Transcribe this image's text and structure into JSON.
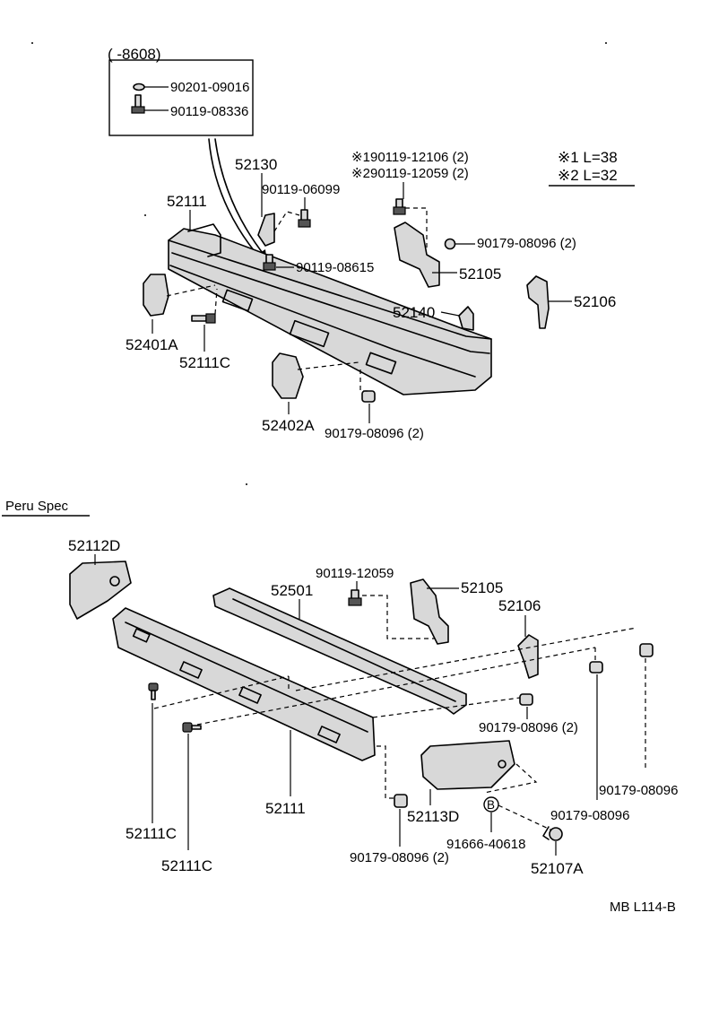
{
  "inset": {
    "range": "(        -8608)",
    "items": [
      "90201-09016",
      "90119-08336"
    ]
  },
  "notes": {
    "line1_mark": "※1",
    "line1_parts": "90119-12106 (2)",
    "line2_mark": "※2",
    "line2_parts": "90119-12059 (2)",
    "legend1": "※1 L=38",
    "legend2": "※2 L=32"
  },
  "upper": {
    "p52130": "52130",
    "p90119_06099": "90119-06099",
    "p52111": "52111",
    "p90119_08615": "90119-08615",
    "p90179_08096_a": "90179-08096 (2)",
    "p52105": "52105",
    "p52106": "52106",
    "p52140": "52140",
    "p52401A": "52401A",
    "p52111C": "52111C",
    "p52402A": "52402A",
    "p90179_08096_b": "90179-08096 (2)"
  },
  "section_label": "Peru Spec",
  "lower": {
    "p52112D": "52112D",
    "p90119_12059": "90119-12059",
    "p52105": "52105",
    "p52501": "52501",
    "p52106": "52106",
    "p90179_08096_a": "90179-08096 (2)",
    "p90179_08096_b": "90179-08096",
    "p90179_08096_c": "90179-08096",
    "p52111C_a": "52111C",
    "p52111": "52111",
    "p52113D": "52113D",
    "p52111C_b": "52111C",
    "p90179_08096_d": "90179-08096 (2)",
    "p91666_40618": "91666-40618",
    "p52107A": "52107A",
    "b_mark": "B"
  },
  "footer_code": "MB L114-B"
}
